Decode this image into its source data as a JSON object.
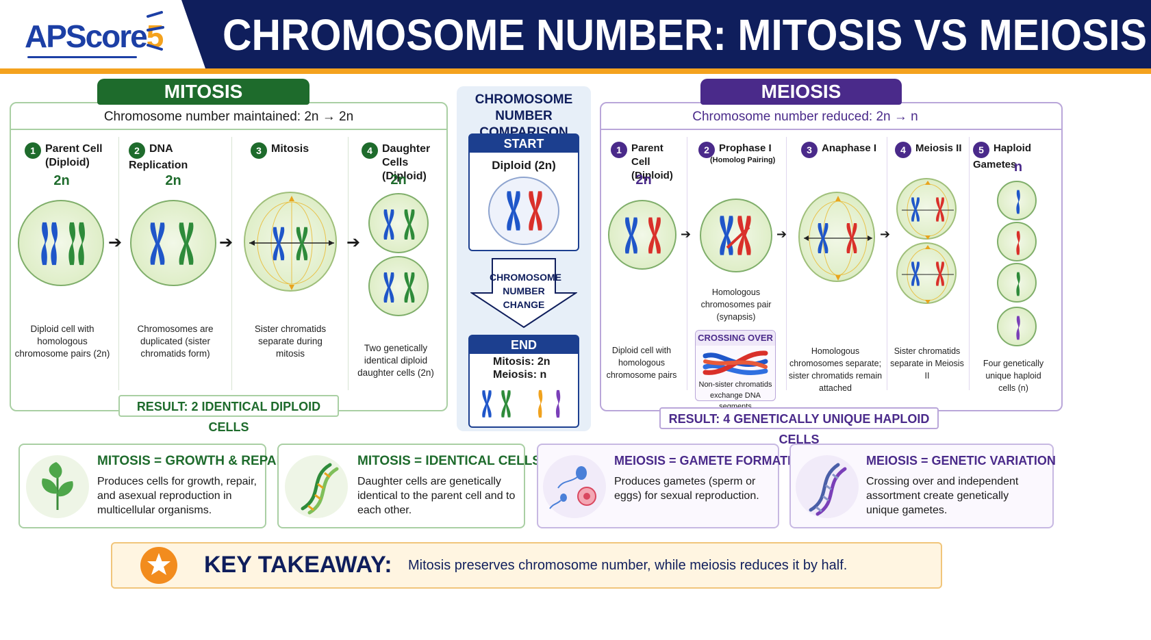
{
  "header": {
    "logo_main": "APScore",
    "logo_digit": "5",
    "title": "CHROMOSOME NUMBER: MITOSIS VS MEIOSIS"
  },
  "mitosis": {
    "label": "MITOSIS",
    "subtitle": "Chromosome number maintained: 2n → 2n",
    "steps": [
      {
        "num": "1",
        "title": "Parent Cell (Diploid)",
        "ploidy": "2n",
        "desc": "Diploid cell with homologous chromosome pairs (2n)"
      },
      {
        "num": "2",
        "title": "DNA Replication",
        "ploidy": "2n",
        "desc": "Chromosomes are duplicated (sister chromatids form)"
      },
      {
        "num": "3",
        "title": "Mitosis",
        "ploidy": "",
        "desc": "Sister chromatids separate during mitosis"
      },
      {
        "num": "4",
        "title": "Daughter Cells (Diploid)",
        "ploidy": "2n",
        "desc": "Two genetically identical diploid daughter cells (2n)"
      }
    ],
    "result": "RESULT: 2 IDENTICAL DIPLOID CELLS"
  },
  "comparison": {
    "title": "CHROMOSOME NUMBER COMPARISON",
    "start_label": "START",
    "start_text": "Diploid (2n)",
    "change_text": "CHROMOSOME NUMBER CHANGE",
    "end_label": "END",
    "end_mitosis": "Mitosis:  2n",
    "end_meiosis": "Meiosis:  n"
  },
  "meiosis": {
    "label": "MEIOSIS",
    "subtitle": "Chromosome number reduced:  2n → n",
    "steps": [
      {
        "num": "1",
        "title": "Parent Cell (Diploid)",
        "ploidy": "2n",
        "desc": "Diploid cell with homologous chromosome pairs"
      },
      {
        "num": "2",
        "title": "Prophase I",
        "subtitle": "(Homolog Pairing)",
        "ploidy": "",
        "desc": "Homologous chromosomes pair (synapsis)"
      },
      {
        "num": "3",
        "title": "Anaphase I",
        "ploidy": "",
        "desc": "Homologous chromosomes separate; sister chromatids remain attached"
      },
      {
        "num": "4",
        "title": "Meiosis II",
        "ploidy": "",
        "desc": "Sister chromatids separate in Meiosis II"
      },
      {
        "num": "5",
        "title": "Haploid Gametes",
        "ploidy": "n",
        "desc": "Four genetically unique haploid cells (n)"
      }
    ],
    "crossing_over_title": "CROSSING OVER",
    "crossing_over_text": "Non-sister chromatids exchange DNA segments",
    "result": "RESULT: 4 GENETICALLY UNIQUE HAPLOID CELLS"
  },
  "cards": [
    {
      "title": "MITOSIS = GROWTH & REPAIR",
      "text": "Produces cells for growth, repair, and asexual reproduction in multicellular organisms.",
      "icon": "leaf-icon"
    },
    {
      "title": "MITOSIS = IDENTICAL CELLS",
      "text": "Daughter cells are genetically identical to the parent cell and to each other.",
      "icon": "dna-icon"
    },
    {
      "title": "MEIOSIS = GAMETE FORMATION",
      "text": "Produces gametes (sperm or eggs) for sexual reproduction.",
      "icon": "sperm-egg-icon"
    },
    {
      "title": "MEIOSIS = GENETIC VARIATION",
      "text": "Crossing over and independent assortment create genetically unique gametes.",
      "icon": "dna-icon"
    }
  ],
  "takeaway": {
    "label": "KEY TAKEAWAY:",
    "text": "Mitosis preserves chromosome number, while meiosis reduces it by half."
  },
  "colors": {
    "navy": "#0f1e5c",
    "orange": "#f4a21e",
    "green": "#1e6b2c",
    "purple": "#4a2a8a",
    "chromosome_blue": "#1f56c9",
    "chromosome_green": "#2e8b3a",
    "chromosome_red": "#d9302a",
    "chromosome_purple": "#7a3fb8"
  }
}
